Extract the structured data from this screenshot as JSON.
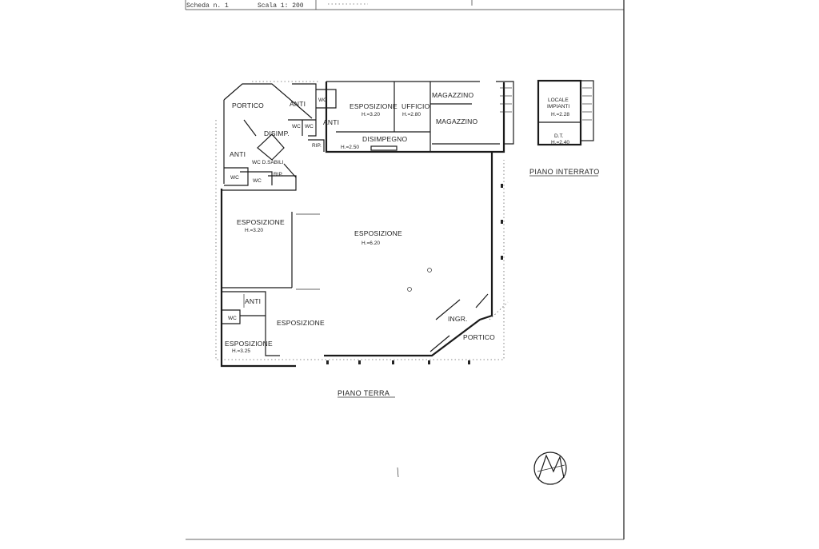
{
  "header": {
    "scheda": "Scheda n. 1",
    "scala": "Scala 1: 200"
  },
  "plan_titles": {
    "ground": "PIANO TERRA",
    "basement": "PIANO INTERRATO"
  },
  "rooms": {
    "portico_top": "PORTICO",
    "anti_top": "ANTI",
    "wc_top1": "WC",
    "wc_top2": "WC",
    "wc_top3": "WC",
    "anti_mid": "ANTI",
    "disimp": "DISIMP.",
    "esposizione_top": "ESPOSIZIONE",
    "esposizione_top_h": "H.=3.20",
    "ufficio": "UFFICIO",
    "ufficio_h": "H.=2.80",
    "magazzino_small": "MAGAZZINO",
    "magazzino_large": "MAGAZZINO",
    "disimpegno": "DISIMPEGNO",
    "disimpegno_h": "H.=2.50",
    "rip_1": "RIP.",
    "rip_2": "RIP.",
    "anti_left": "ANTI",
    "wc_dsabili": "WC D.SABILI",
    "wc_left": "WC",
    "wc_left2": "WC",
    "esposizione_left": "ESPOSIZIONE",
    "esposizione_left_h": "H.=3.20",
    "esposizione_main": "ESPOSIZIONE",
    "esposizione_main_h": "H.=6.20",
    "anti_bottom": "ANTI",
    "wc_bottom": "WC",
    "esposizione_bottom": "ESPOSIZIONE",
    "esposizione_corner": "ESPOSIZIONE",
    "esposizione_corner_h": "H.=3.25",
    "ingr": "INGR.",
    "portico_bottom": "PORTICO",
    "locale_impianti_1": "LOCALE",
    "locale_impianti_2": "IMPIANTI",
    "locale_impianti_h": "H.=2.28",
    "dt": "D.T.",
    "dt_h": "H.=2.40"
  }
}
